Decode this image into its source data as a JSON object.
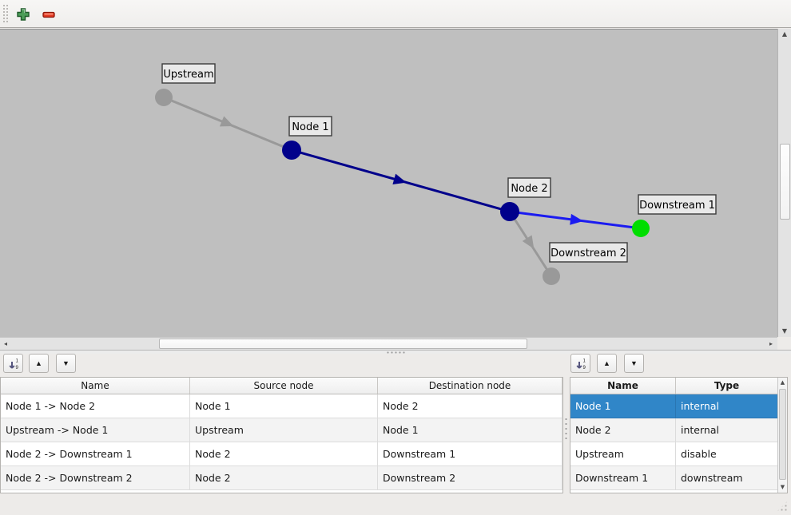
{
  "toolbar": {
    "icons": {
      "add": "green-plus",
      "remove": "red-minus"
    }
  },
  "graph": {
    "nodes": [
      {
        "label": "Upstream",
        "type": "disable",
        "color": "#999999"
      },
      {
        "label": "Node 1",
        "type": "internal",
        "color": "#00008b"
      },
      {
        "label": "Node 2",
        "type": "internal",
        "color": "#00008b"
      },
      {
        "label": "Downstream 1",
        "type": "downstream",
        "color": "#00dd00"
      },
      {
        "label": "Downstream 2",
        "type": "disable",
        "color": "#999999"
      }
    ],
    "edges": [
      {
        "from": "Upstream",
        "to": "Node 1",
        "color": "#999999"
      },
      {
        "from": "Node 1",
        "to": "Node 2",
        "color": "#00008b"
      },
      {
        "from": "Node 2",
        "to": "Downstream 1",
        "color": "#1b1bf0"
      },
      {
        "from": "Node 2",
        "to": "Downstream 2",
        "color": "#999999"
      }
    ],
    "label_box_fill": "#e9e9e9",
    "label_box_border": "#3a3a3a",
    "canvas_background": "#bfbfbf"
  },
  "list_toolbar": {
    "icons": {
      "sort": "sort-ascending-1-9",
      "move_up": "triangle-up",
      "move_down": "triangle-down"
    },
    "move_up_glyph": "▲",
    "move_down_glyph": "▼"
  },
  "edges_table": {
    "headers": [
      "Name",
      "Source node",
      "Destination node"
    ],
    "rows": [
      {
        "name": "Node 1 -> Node 2",
        "source": "Node 1",
        "destination": "Node 2"
      },
      {
        "name": "Upstream -> Node 1",
        "source": "Upstream",
        "destination": "Node 1"
      },
      {
        "name": "Node 2 -> Downstream 1",
        "source": "Node 2",
        "destination": "Downstream 1"
      },
      {
        "name": "Node 2 -> Downstream 2",
        "source": "Node 2",
        "destination": "Downstream 2"
      }
    ]
  },
  "nodes_table": {
    "headers": [
      "Name",
      "Type"
    ],
    "rows": [
      {
        "name": "Node 1",
        "type": "internal",
        "selected": true
      },
      {
        "name": "Node 2",
        "type": "internal",
        "selected": false
      },
      {
        "name": "Upstream",
        "type": "disable",
        "selected": false
      },
      {
        "name": "Downstream 1",
        "type": "downstream",
        "selected": false
      }
    ],
    "selection_color": "#3086c8"
  },
  "scroll": {
    "arrows": {
      "up": "▲",
      "down": "▼",
      "left": "◂",
      "right": "▸"
    }
  }
}
